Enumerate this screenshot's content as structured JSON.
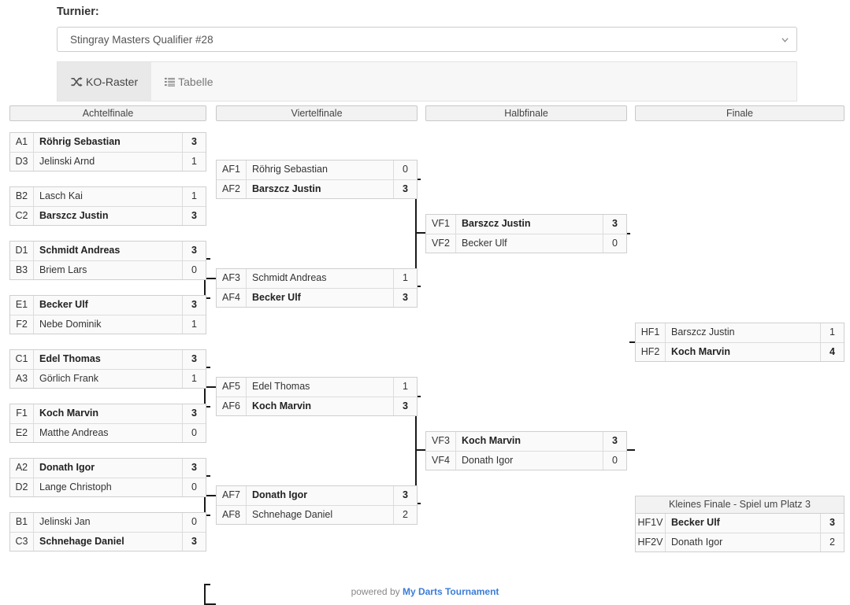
{
  "header": {
    "label": "Turnier:",
    "selected_tournament": "Stingray Masters Qualifier #28",
    "caret_icon": "chevron-down-icon"
  },
  "tabs": [
    {
      "label": "KO-Raster",
      "icon": "shuffle-icon",
      "active": true
    },
    {
      "label": "Tabelle",
      "icon": "list-icon",
      "active": false
    }
  ],
  "rounds": [
    {
      "key": "achtelfinale",
      "title": "Achtelfinale"
    },
    {
      "key": "viertelfinale",
      "title": "Viertelfinale"
    },
    {
      "key": "halbfinale",
      "title": "Halbfinale"
    },
    {
      "key": "finale",
      "title": "Finale"
    }
  ],
  "matches": {
    "r16": [
      {
        "id": "r16-1",
        "rows": [
          {
            "seed": "A1",
            "name": "Röhrig Sebastian",
            "score": "3",
            "winner": true
          },
          {
            "seed": "D3",
            "name": "Jelinski Arnd",
            "score": "1",
            "winner": false
          }
        ]
      },
      {
        "id": "r16-2",
        "rows": [
          {
            "seed": "B2",
            "name": "Lasch Kai",
            "score": "1",
            "winner": false
          },
          {
            "seed": "C2",
            "name": "Barszcz Justin",
            "score": "3",
            "winner": true
          }
        ]
      },
      {
        "id": "r16-3",
        "rows": [
          {
            "seed": "D1",
            "name": "Schmidt Andreas",
            "score": "3",
            "winner": true
          },
          {
            "seed": "B3",
            "name": "Briem Lars",
            "score": "0",
            "winner": false
          }
        ]
      },
      {
        "id": "r16-4",
        "rows": [
          {
            "seed": "E1",
            "name": "Becker Ulf",
            "score": "3",
            "winner": true
          },
          {
            "seed": "F2",
            "name": "Nebe Dominik",
            "score": "1",
            "winner": false
          }
        ]
      },
      {
        "id": "r16-5",
        "rows": [
          {
            "seed": "C1",
            "name": "Edel Thomas",
            "score": "3",
            "winner": true
          },
          {
            "seed": "A3",
            "name": "Görlich Frank",
            "score": "1",
            "winner": false
          }
        ]
      },
      {
        "id": "r16-6",
        "rows": [
          {
            "seed": "F1",
            "name": "Koch Marvin",
            "score": "3",
            "winner": true
          },
          {
            "seed": "E2",
            "name": "Matthe Andreas",
            "score": "0",
            "winner": false
          }
        ]
      },
      {
        "id": "r16-7",
        "rows": [
          {
            "seed": "A2",
            "name": "Donath Igor",
            "score": "3",
            "winner": true
          },
          {
            "seed": "D2",
            "name": "Lange Christoph",
            "score": "0",
            "winner": false
          }
        ]
      },
      {
        "id": "r16-8",
        "rows": [
          {
            "seed": "B1",
            "name": "Jelinski Jan",
            "score": "0",
            "winner": false
          },
          {
            "seed": "C3",
            "name": "Schnehage Daniel",
            "score": "3",
            "winner": true
          }
        ]
      }
    ],
    "qf": [
      {
        "id": "qf-1",
        "rows": [
          {
            "seed": "AF1",
            "name": "Röhrig Sebastian",
            "score": "0",
            "winner": false
          },
          {
            "seed": "AF2",
            "name": "Barszcz Justin",
            "score": "3",
            "winner": true
          }
        ]
      },
      {
        "id": "qf-2",
        "rows": [
          {
            "seed": "AF3",
            "name": "Schmidt Andreas",
            "score": "1",
            "winner": false
          },
          {
            "seed": "AF4",
            "name": "Becker Ulf",
            "score": "3",
            "winner": true
          }
        ]
      },
      {
        "id": "qf-3",
        "rows": [
          {
            "seed": "AF5",
            "name": "Edel Thomas",
            "score": "1",
            "winner": false
          },
          {
            "seed": "AF6",
            "name": "Koch Marvin",
            "score": "3",
            "winner": true
          }
        ]
      },
      {
        "id": "qf-4",
        "rows": [
          {
            "seed": "AF7",
            "name": "Donath Igor",
            "score": "3",
            "winner": true
          },
          {
            "seed": "AF8",
            "name": "Schnehage Daniel",
            "score": "2",
            "winner": false
          }
        ]
      }
    ],
    "sf": [
      {
        "id": "sf-1",
        "rows": [
          {
            "seed": "VF1",
            "name": "Barszcz Justin",
            "score": "3",
            "winner": true
          },
          {
            "seed": "VF2",
            "name": "Becker Ulf",
            "score": "0",
            "winner": false
          }
        ]
      },
      {
        "id": "sf-2",
        "rows": [
          {
            "seed": "VF3",
            "name": "Koch Marvin",
            "score": "3",
            "winner": true
          },
          {
            "seed": "VF4",
            "name": "Donath Igor",
            "score": "0",
            "winner": false
          }
        ]
      }
    ],
    "final": [
      {
        "id": "final-1",
        "rows": [
          {
            "seed": "HF1",
            "name": "Barszcz Justin",
            "score": "1",
            "winner": false
          },
          {
            "seed": "HF2",
            "name": "Koch Marvin",
            "score": "4",
            "winner": true
          }
        ]
      }
    ],
    "third_place": [
      {
        "id": "third-1",
        "caption": "Kleines Finale - Spiel um Platz 3",
        "rows": [
          {
            "seed": "HF1V",
            "name": "Becker Ulf",
            "score": "3",
            "winner": true
          },
          {
            "seed": "HF2V",
            "name": "Donath Igor",
            "score": "2",
            "winner": false
          }
        ]
      }
    ]
  },
  "footer": {
    "prefix": "powered by ",
    "brand": "My Darts Tournament"
  },
  "colors": {
    "brand_link": "#3b7dd8",
    "header_bg": "#f2f2f2",
    "row_bg": "#fafafa",
    "connector": "#1a1a1a"
  }
}
